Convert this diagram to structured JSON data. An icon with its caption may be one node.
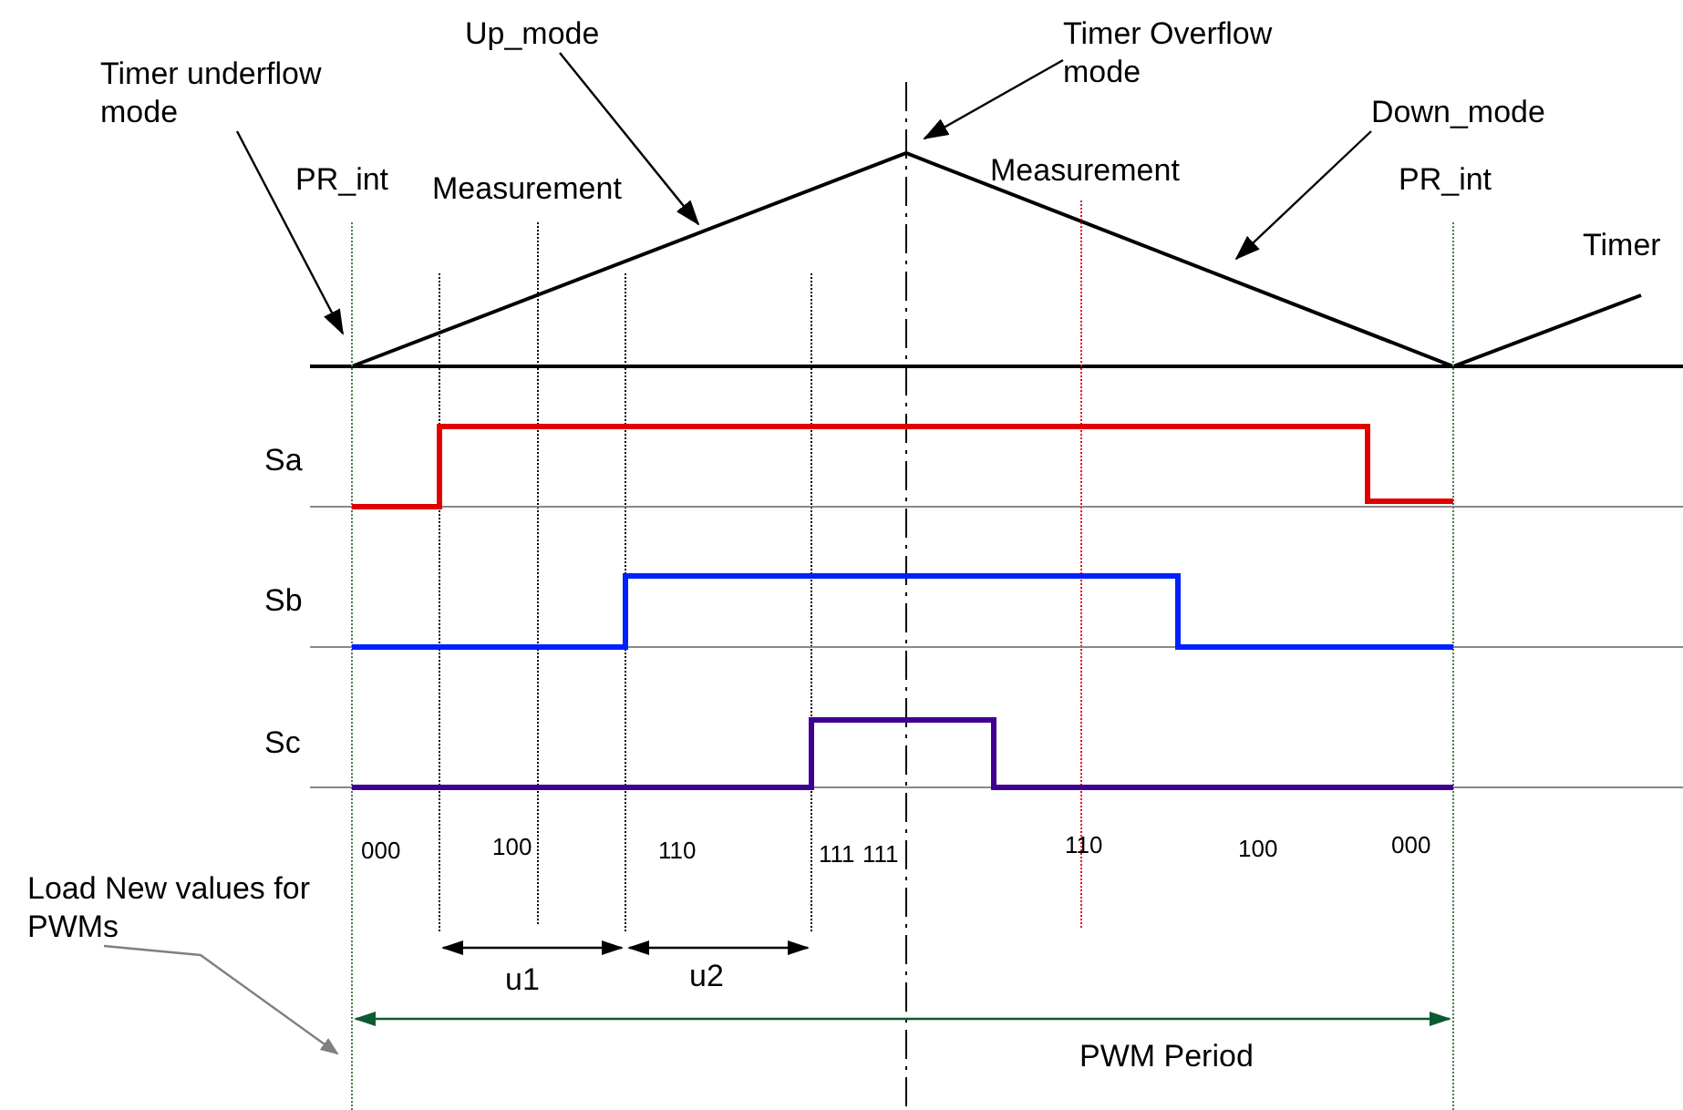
{
  "diagram": {
    "nodes": [
      {
        "text": [
          "Timer underflow mode"
        ]
      },
      {
        "text": [
          "Up_mode"
        ]
      },
      {
        "text": [
          "Timer Overflow mode"
        ]
      },
      {
        "text": [
          "Down_mode"
        ]
      },
      {
        "text": [
          "Load New values for PWMs"
        ]
      }
    ],
    "edges": [
      {
        "from": 0,
        "to": null,
        "arrow": "to"
      },
      {
        "from": 1,
        "to": null,
        "arrow": "to"
      },
      {
        "from": 2,
        "to": null,
        "arrow": "to"
      },
      {
        "from": 3,
        "to": null,
        "arrow": "to"
      },
      {
        "from": 4,
        "to": null,
        "arrow": "to",
        "color": "#808080"
      }
    ],
    "labels": [
      "PR_int",
      "Measurement",
      "Measurement",
      "PR_int",
      "Timer",
      "Sa",
      "Sb",
      "Sc",
      "000",
      "100",
      "110",
      "111",
      "111",
      "110",
      "100",
      "000",
      "u1",
      "u2",
      "PWM Period"
    ]
  }
}
